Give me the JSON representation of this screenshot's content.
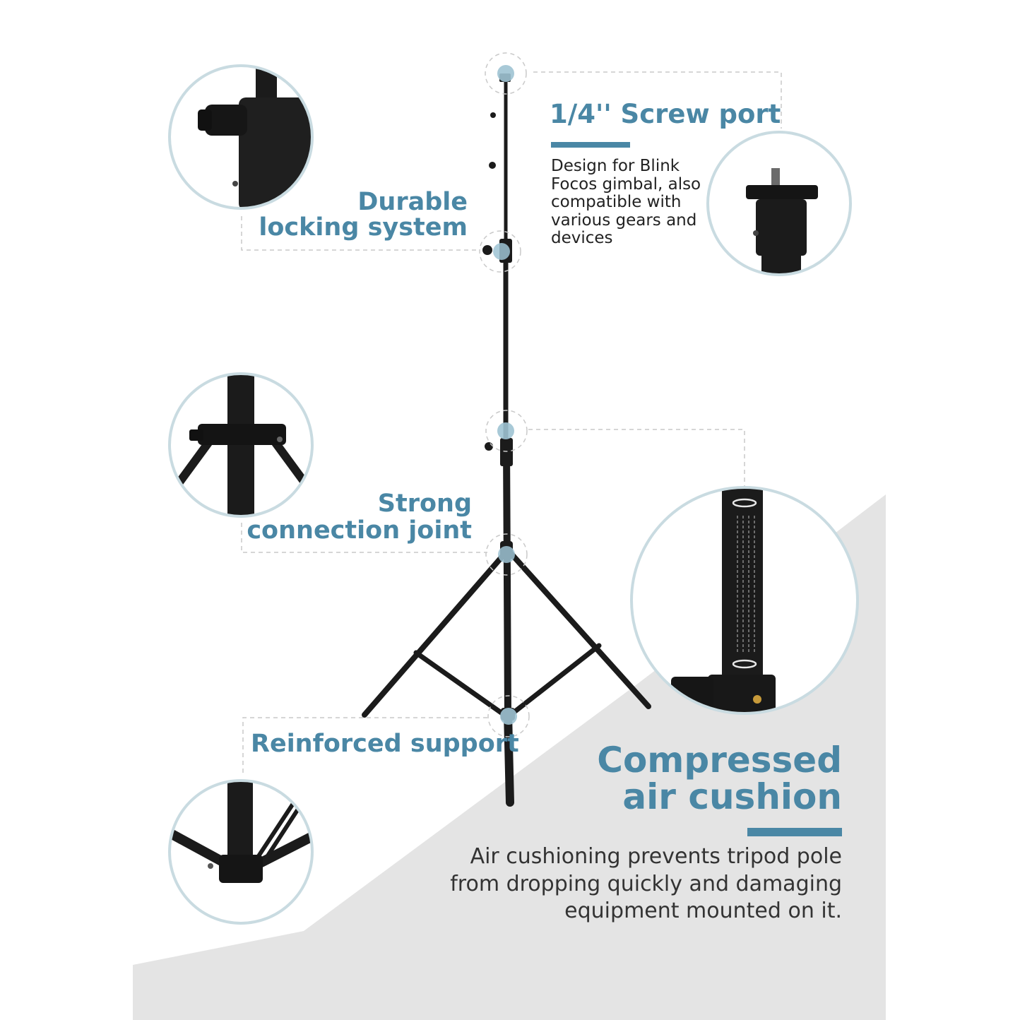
{
  "colors": {
    "accent": "#4a87a5",
    "ring": "#c9dbe1",
    "ring_dot": "#9ec3d3",
    "background": "#ffffff",
    "backdrop_panel": "#e4e4e4",
    "metal": "#1b1b1b"
  },
  "features": {
    "screw_port": {
      "title": "1/4'' Screw port",
      "description": [
        "Design for Blink",
        "Focos gimbal, also",
        "compatible with",
        "various gears and",
        "devices"
      ],
      "image_icon": "screw-mount-icon"
    },
    "locking": {
      "title": [
        "Durable",
        "locking system"
      ],
      "image_icon": "locking-knob-icon"
    },
    "joint": {
      "title": [
        "Strong",
        "connection joint"
      ],
      "image_icon": "connection-joint-icon"
    },
    "support": {
      "title": "Reinforced support",
      "image_icon": "tripod-base-icon"
    },
    "cushion": {
      "title": [
        "Compressed",
        "air cushion"
      ],
      "description": [
        "Air cushioning prevents tripod pole",
        "from dropping quickly and damaging",
        "equipment mounted on it."
      ],
      "image_icon": "air-cushion-tube-icon"
    }
  }
}
